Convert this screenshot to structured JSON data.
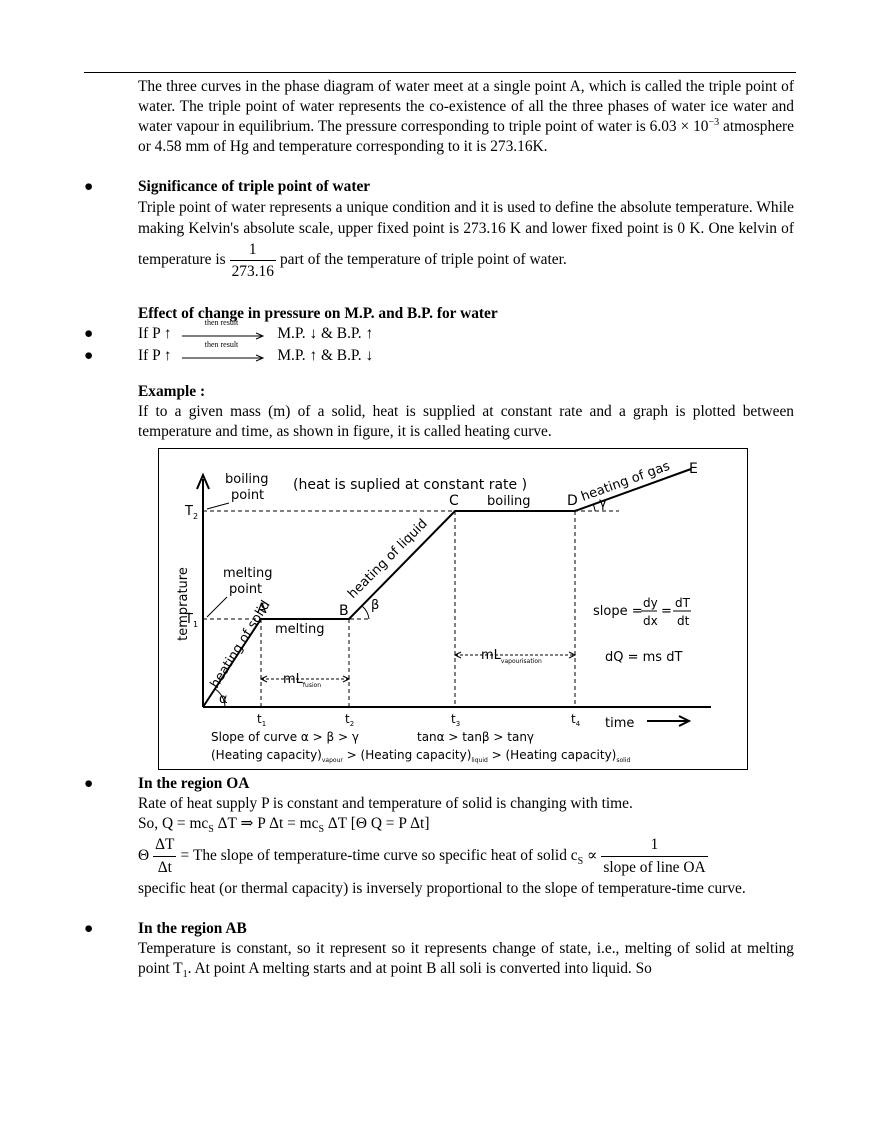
{
  "intro": {
    "para": "The three curves in the phase diagram of water meet at a single point A, which is called the triple point of water. The triple point of water represents the co-existence of all the three phases of water ice water and water vapour in equilibrium. The pressure corresponding to triple point of water is 6.03 × 10",
    "exp": "−3",
    "para_end": " atmosphere or 4.58 mm of Hg and temperature corresponding to it is 273.16K."
  },
  "significance": {
    "bullet": "●",
    "heading": "Significance of triple point of water",
    "text1": "Triple point of water represents a unique condition and it is used to define the absolute temperature. While making Kelvin's absolute scale, upper fixed point is 273.16 K and lower fixed point is 0 K. One kelvin of temperature is",
    "frac_num": "1",
    "frac_den": "273.16",
    "text2": "part of the temperature of triple point of water."
  },
  "pressure_effect": {
    "heading": "Effect of change in pressure on M.P. and B.P. for water",
    "arrow_label": "then result",
    "lines": [
      {
        "bullet": "●",
        "pre": "If  P ↑",
        "post": "M.P. ↓ & B.P. ↑"
      },
      {
        "bullet": "●",
        "pre": "If  P ↑",
        "post": "M.P. ↑ & B.P. ↓"
      }
    ]
  },
  "example": {
    "heading": "Example :",
    "text": "If to a given mass (m) of a solid, heat is supplied at constant rate and a graph is plotted between temperature and time, as shown in figure, it is called heating curve."
  },
  "figure": {
    "boiling_point": [
      "boiling",
      "point"
    ],
    "melting_point": [
      "melting",
      "point"
    ],
    "header": "(heat is suplied at constant rate )",
    "ylabel": "temprature",
    "xlabel": "time",
    "T1": "T",
    "T1_sub": "1",
    "T2": "T",
    "T2_sub": "2",
    "A": "A",
    "B": "B",
    "C": "C",
    "D": "D",
    "E": "E",
    "melting": "melting",
    "boiling": "boiling",
    "heating_solid": "heating of solid",
    "heating_liquid": "heating of liquid",
    "heating_gas": "heating of gas",
    "alpha": "α",
    "beta": "β",
    "gamma": "γ",
    "mLf": "mL",
    "mLf_sub": "fusion",
    "mLv": "mL",
    "mLv_sub": "vapourisation",
    "slope_word": "slope =",
    "dy": "dy",
    "dx": "dx",
    "eq": "=",
    "dT": "dT",
    "dt": "dt",
    "dQ": "dQ = ms dT",
    "t1": "t",
    "t1_sub": "1",
    "t2": "t",
    "t2_sub": "2",
    "t3": "t",
    "t3_sub": "3",
    "t4": "t",
    "t4_sub": "4",
    "slope_line": "Slope of curve  α > β > γ",
    "tan_line": "tanα >  tanβ > tanγ",
    "hc1": "(Heating capacity)",
    "hc1_sub": "vapour",
    "hc2": " > (Heating capacity)",
    "hc2_sub": "liquid",
    "hc3": " > (Heating capacity)",
    "hc3_sub": "solid"
  },
  "region_oa": {
    "bullet": "●",
    "heading": "In the region OA",
    "line1": "Rate of heat supply P is constant and temperature of solid is changing with time.",
    "line2": "So, Q = mc",
    "line2_sub": "S",
    "line2b": " ΔT ⇒ P Δt = mc",
    "line2b_sub": "S",
    "line2c": " ΔT      [Θ Q = P Δt]",
    "theta": "Θ",
    "frac1_num": "ΔT",
    "frac1_den": "Δt",
    "line3_mid": "= The slope of temperature-time curve  so specific heat of solid c",
    "line3_sub": "S",
    "line3_prop": " ∝",
    "frac2_num": "1",
    "frac2_den": "slope of line OA",
    "line4": "specific heat (or thermal capacity) is inversely proportional to the slope of temperature-time curve."
  },
  "region_ab": {
    "bullet": "●",
    "heading": "In the region AB",
    "text": "Temperature is constant, so it represent so it represents change of state, i.e., melting of solid at melting point T",
    "sub": "1",
    "text2": ". At point A melting starts and at point B all soli is converted into liquid. So"
  }
}
